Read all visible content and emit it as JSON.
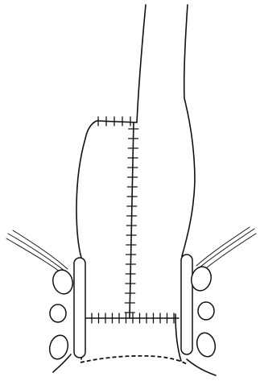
{
  "diagram": {
    "type": "surgical-illustration",
    "annotations": [],
    "elements": [
      "tubular-organ",
      "suture-line-vertical",
      "suture-line-horizontal",
      "suture-cap-top",
      "hatched-structure-left",
      "hatched-structure-right",
      "sutures-left",
      "sutures-right",
      "bottom-dashed-margin"
    ],
    "colors": {
      "line": "#111111",
      "background": "#ffffff"
    }
  }
}
